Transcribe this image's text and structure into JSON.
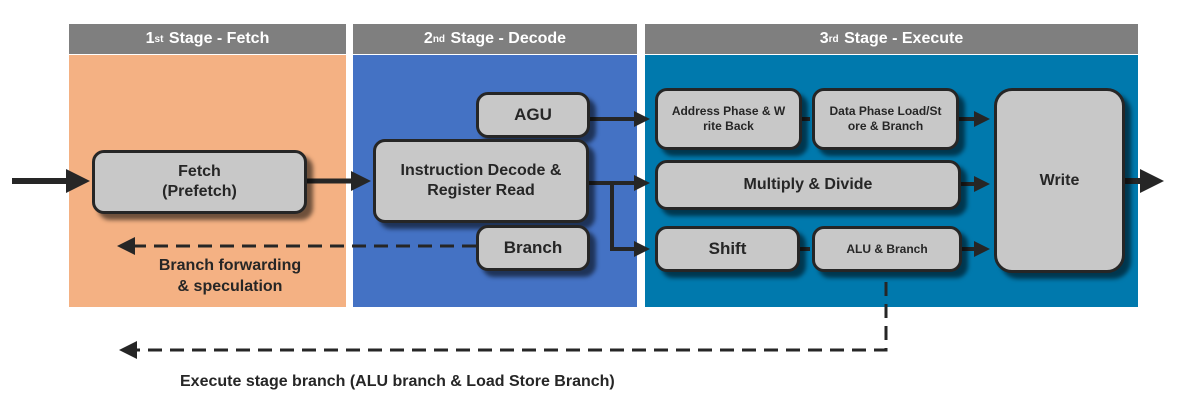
{
  "stages": [
    {
      "sup": "st",
      "ordinal": "1",
      "title": "Stage - Fetch",
      "color": "#f4b183"
    },
    {
      "sup": "nd",
      "ordinal": "2",
      "title": "Stage - Decode",
      "color": "#4472c4"
    },
    {
      "sup": "rd",
      "ordinal": "3",
      "title": "Stage - Execute",
      "color": "#0079ad"
    }
  ],
  "blocks": {
    "fetch": "Fetch\n(Prefetch)",
    "agu": "AGU",
    "decode": "Instruction Decode &\nRegister Read",
    "branch": "Branch",
    "address_phase": "Address Phase & W\nrite Back",
    "data_phase": "Data Phase Load/St\nore & Branch",
    "multiply": "Multiply & Divide",
    "shift": "Shift",
    "alu": "ALU & Branch",
    "write": "Write"
  },
  "labels": {
    "branch_forwarding": "Branch forwarding\n& speculation",
    "execute_branch": "Execute stage branch (ALU branch & Load Store Branch)"
  },
  "colors": {
    "header": "#7f7f7f",
    "block": "#c8c8c8",
    "arrow": "#262626"
  }
}
